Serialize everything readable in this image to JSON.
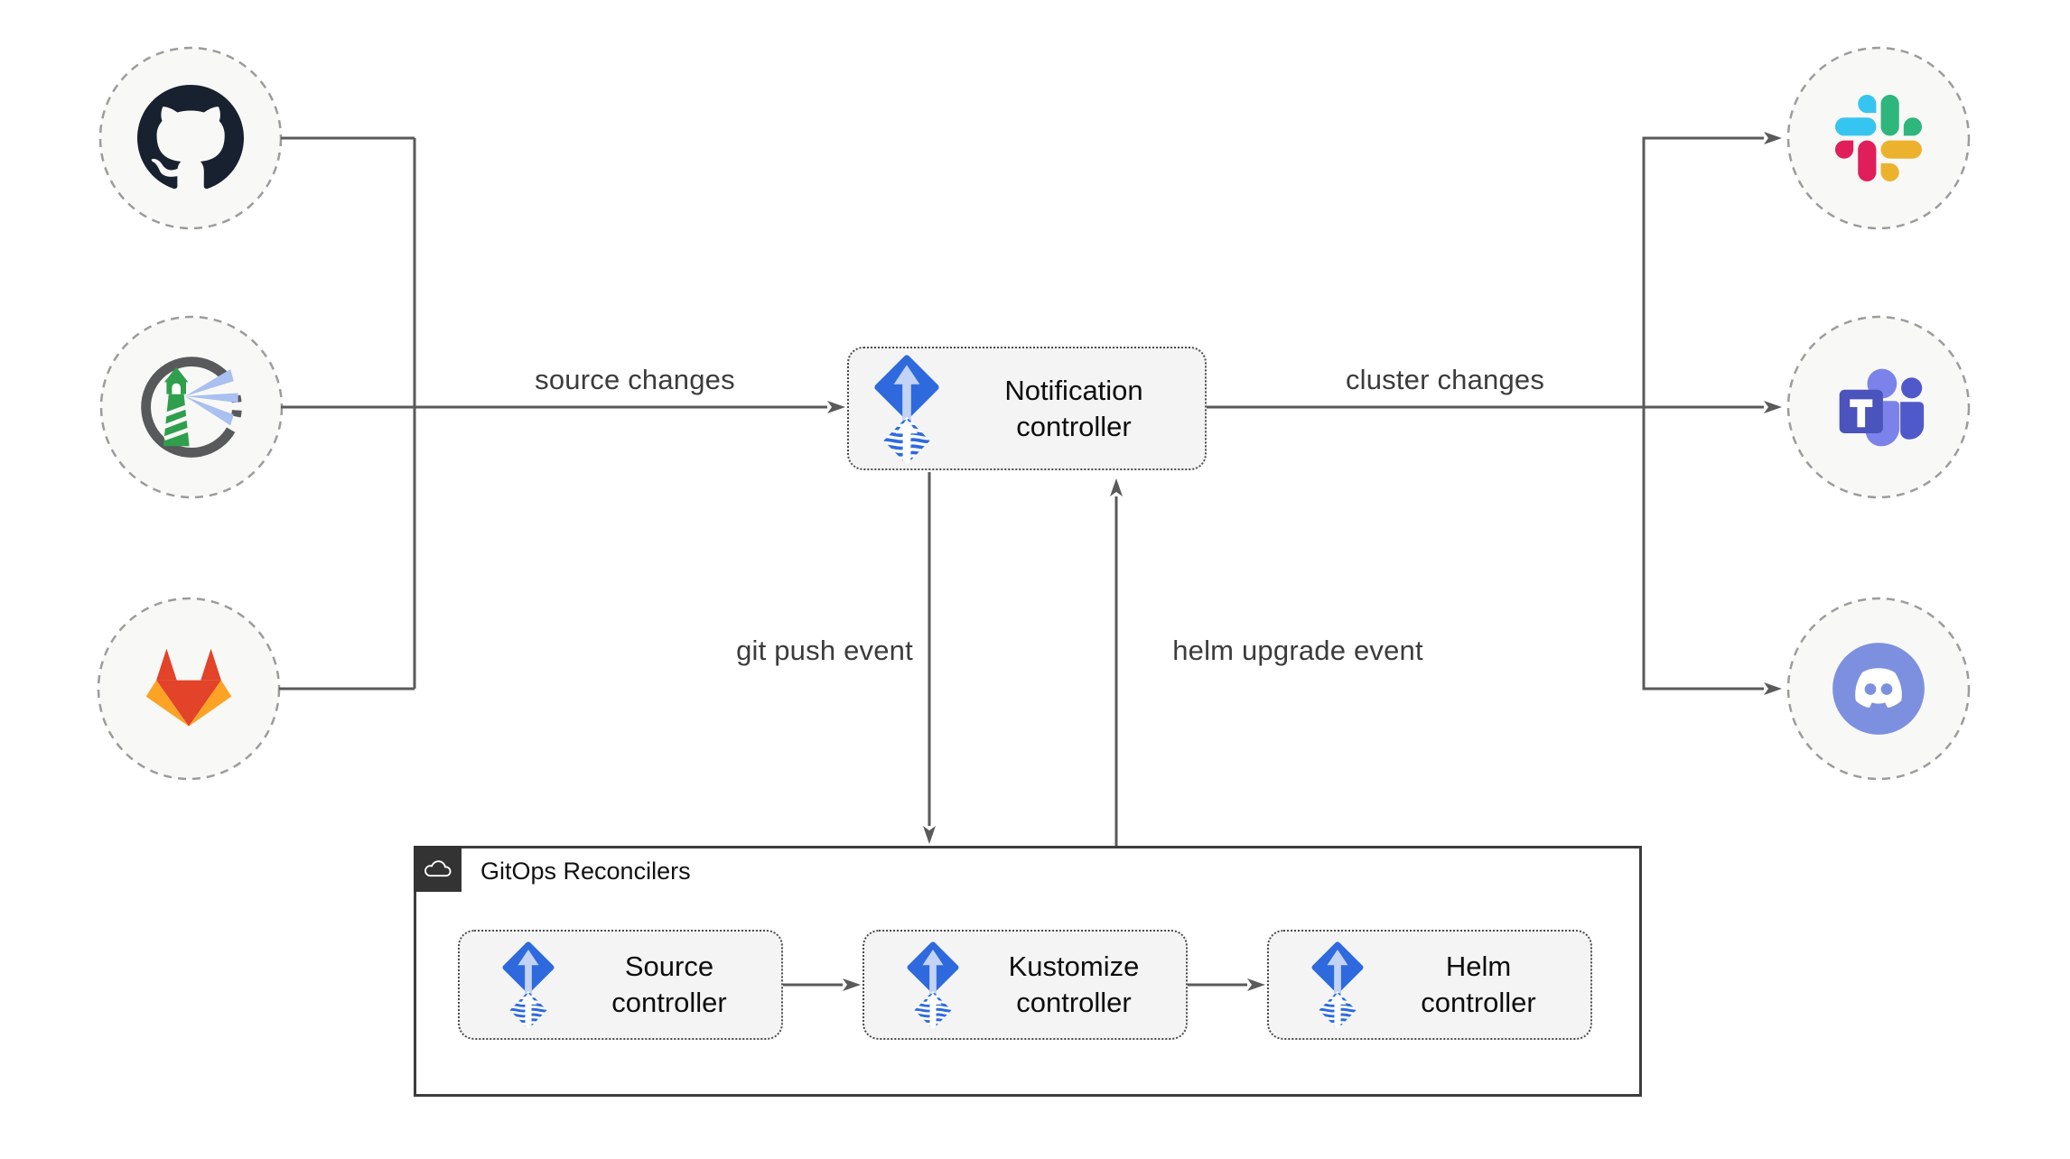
{
  "colors": {
    "line": "#5a5a5a",
    "edge_label_text": "#3c3c3c",
    "node_box_bg": "#f4f4f4",
    "node_box_border": "#4b4b4b",
    "circle_bg": "#f8f8f6",
    "circle_border": "#9c9c9c",
    "flux_blue": "#2e6ade",
    "container_border": "#3d3d3d",
    "container_tab_bg": "#333333",
    "slack_blue": "#36c5f0",
    "slack_green": "#2eb67d",
    "slack_yellow": "#ecb22e",
    "slack_red": "#e01e5a",
    "gitlab_red": "#e24329",
    "gitlab_orange": "#fca326",
    "harbor_green": "#2f9e4d",
    "teams_purple": "#4b53bc",
    "discord_blurple": "#7d90e0",
    "github_dark": "#18212f"
  },
  "nodes": {
    "sources": [
      {
        "icon": "github-icon"
      },
      {
        "icon": "harbor-icon"
      },
      {
        "icon": "gitlab-icon"
      }
    ],
    "notification": {
      "line1": "Notification",
      "line2": "controller",
      "icon": "flux-icon"
    },
    "targets": [
      {
        "icon": "slack-icon"
      },
      {
        "icon": "teams-icon"
      },
      {
        "icon": "discord-icon"
      }
    ]
  },
  "edge_labels": {
    "source_changes": "source changes",
    "cluster_changes": "cluster changes",
    "git_push_event": "git push event",
    "helm_upgrade_event": "helm upgrade event"
  },
  "container": {
    "title": "GitOps Reconcilers",
    "icon": "cloud-icon",
    "controllers": [
      {
        "line1": "Source",
        "line2": "controller",
        "icon": "flux-icon"
      },
      {
        "line1": "Kustomize",
        "line2": "controller",
        "icon": "flux-icon"
      },
      {
        "line1": "Helm",
        "line2": "controller",
        "icon": "flux-icon"
      }
    ]
  }
}
